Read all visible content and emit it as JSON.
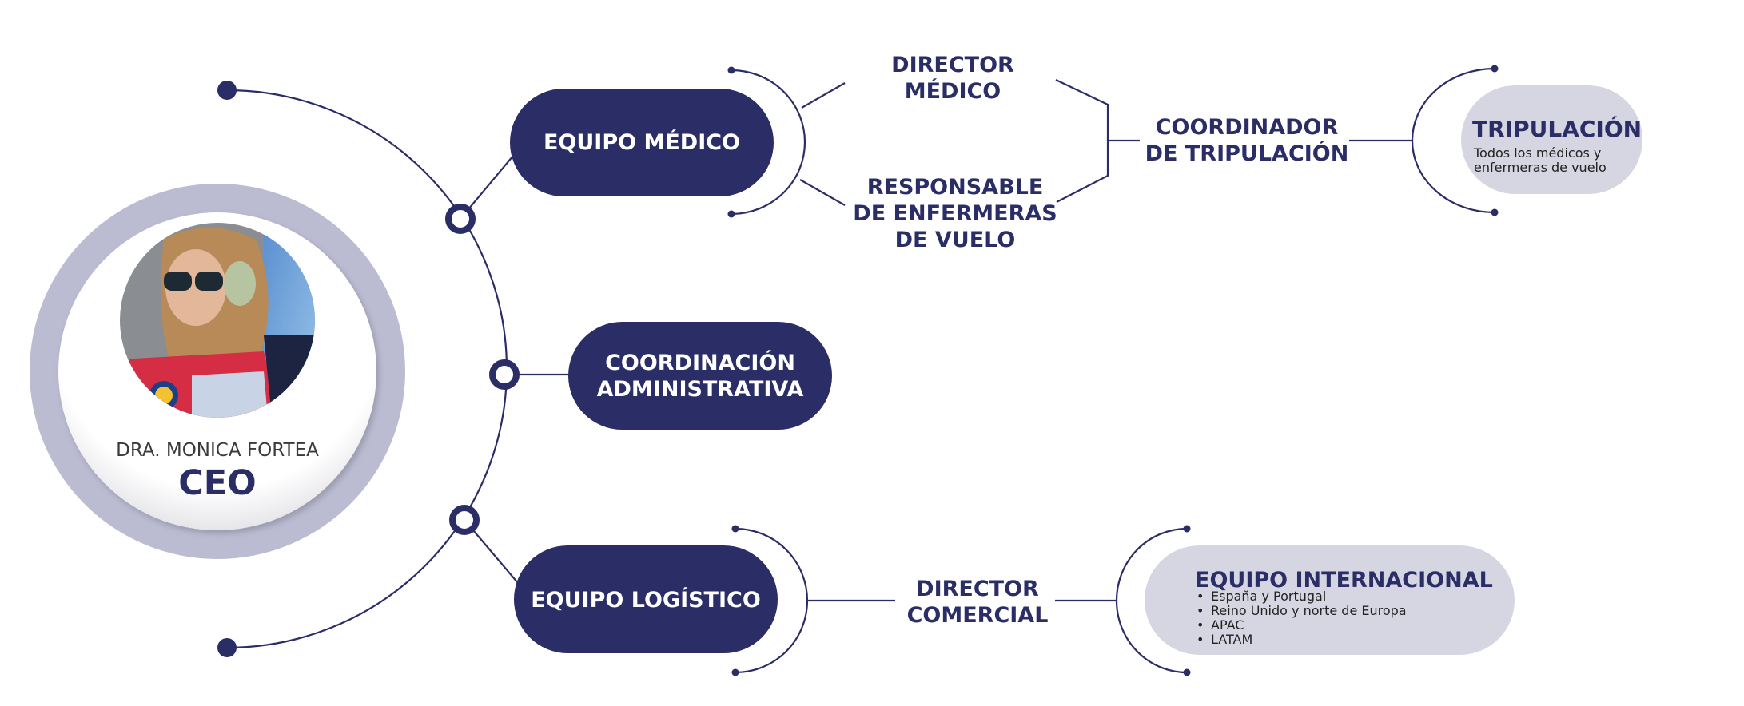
{
  "title": "Organigrama",
  "colors": {
    "navy": "#2a2d66",
    "ring": "#bbbbd2",
    "light_pill": "#d6d6e2"
  },
  "ceo": {
    "name": "DRA. MONICA FORTEA",
    "role": "CEO",
    "photo": "ceo-portrait-photo"
  },
  "departments": [
    {
      "label_lines": [
        "EQUIPO MÉDICO"
      ]
    },
    {
      "label_lines": [
        "COORDINACIÓN",
        "ADMINISTRATIVA"
      ]
    },
    {
      "label_lines": [
        "EQUIPO LOGÍSTICO"
      ]
    }
  ],
  "medical": {
    "director": [
      "DIRECTOR",
      "MÉDICO"
    ],
    "nurses_lead": [
      "RESPONSABLE",
      "DE ENFERMERAS",
      "DE VUELO"
    ],
    "crew_coordinator": [
      "COORDINADOR",
      "DE TRIPULACIÓN"
    ],
    "crew": {
      "title": "TRIPULACIÓN",
      "description": [
        "Todos los médicos y",
        "enfermeras de vuelo"
      ]
    }
  },
  "logistics": {
    "director": [
      "DIRECTOR",
      "COMERCIAL"
    ],
    "international": {
      "title": "EQUIPO INTERNACIONAL",
      "regions": [
        "España y Portugal",
        "Reino Unido y norte de Europa",
        "APAC",
        "LATAM"
      ]
    }
  }
}
